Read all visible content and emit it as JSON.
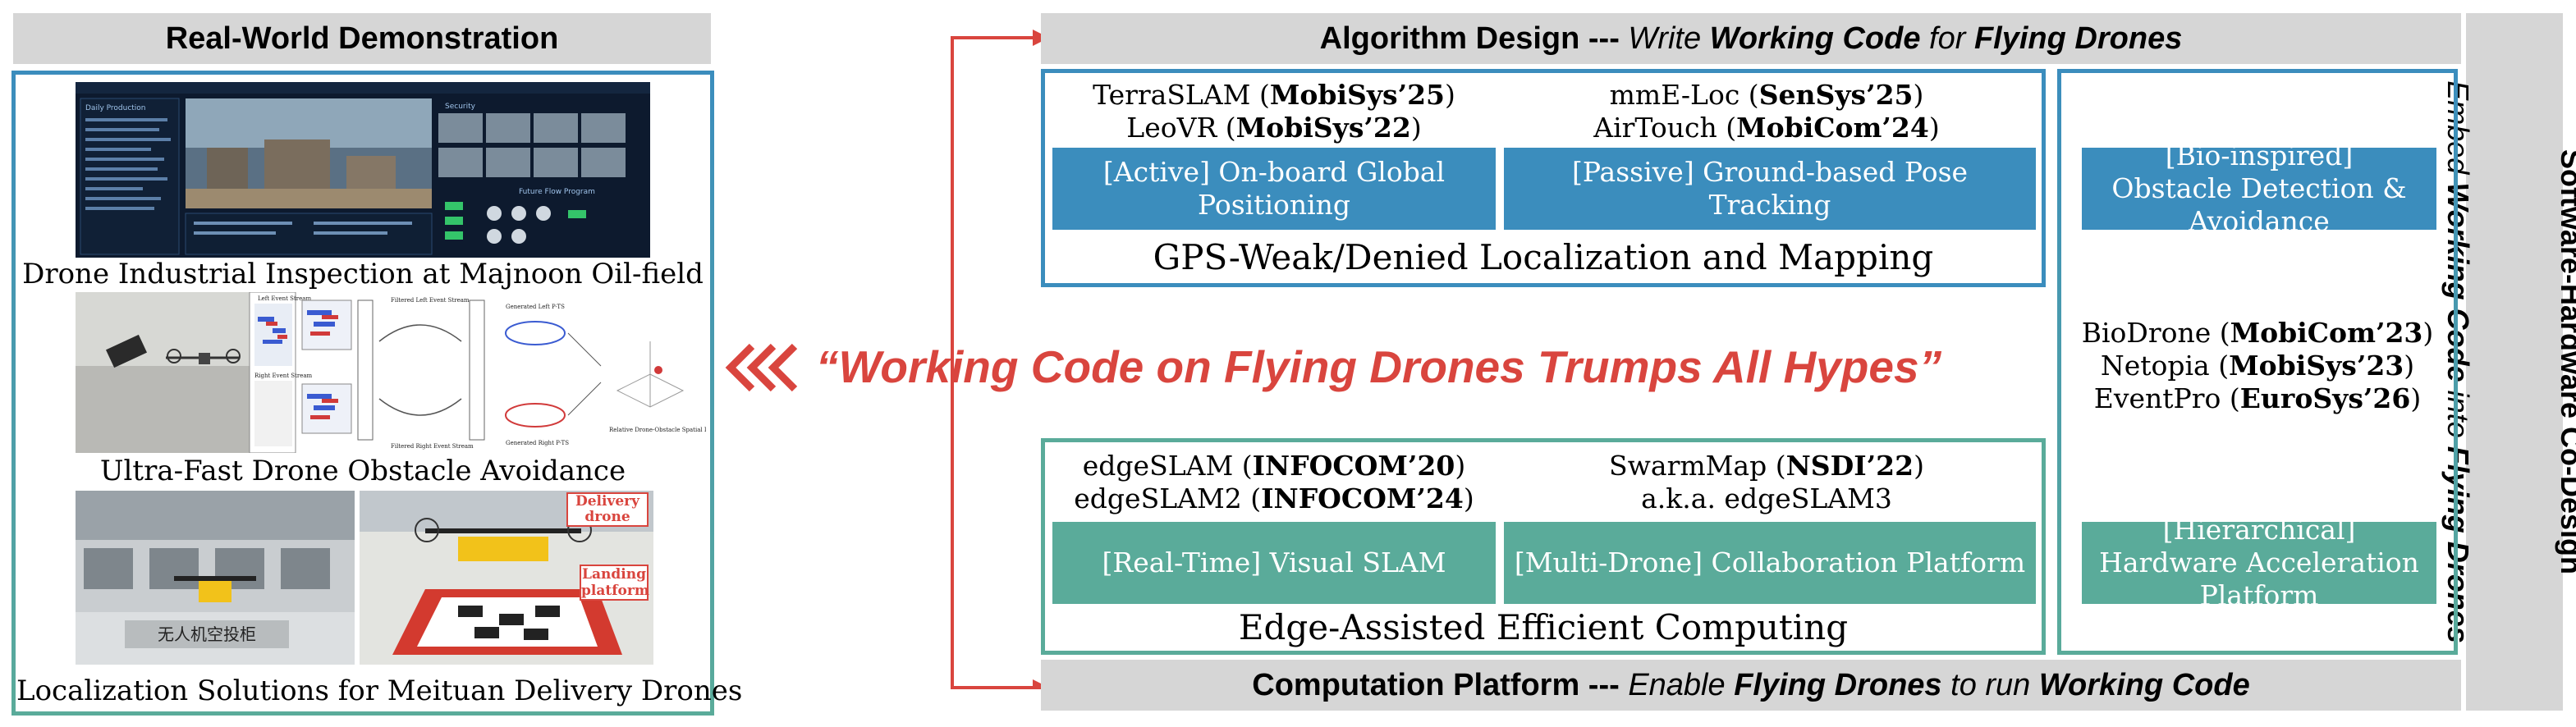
{
  "left_header": "Real-World Demonstration",
  "demos": [
    {
      "caption": "Drone Industrial Inspection at Majnoon Oil-field"
    },
    {
      "caption": "Ultra-Fast Drone Obstacle Avoidance"
    },
    {
      "caption": "Localization Solutions for Meituan Delivery Drones"
    }
  ],
  "delivery_label": "Delivery drone",
  "landing_label": "Landing platform",
  "sign_text": "无人机空投柜",
  "dashboard_panels": [
    "Daily Production",
    "Security",
    "Future Flow Program"
  ],
  "event_panel_labels": [
    "Left Event Stream",
    "Right Event Stream",
    "Filtered Left Event Stream",
    "Filtered Right Event Stream",
    "Generated Left P-TS",
    "Generated Right P-TS",
    "Relative Drone-Obstacle Spatial Location"
  ],
  "slogan": "“Working Code on Flying Drones Trumps All Hypes”",
  "top_header": {
    "a": "Algorithm Design --- ",
    "b": "Write ",
    "c": "Working Code",
    "d": " for ",
    "e": "Flying Drones"
  },
  "bottom_header": {
    "a": "Computation Platform --- ",
    "b": "Enable ",
    "c": "Flying Drones",
    "d": " to run ",
    "e": "Working Code"
  },
  "right_vertical": {
    "line1": "Software-Hardware Co-Design",
    "l2a": "Embed ",
    "l2b": "Working Code",
    "l2c": " into ",
    "l2d": "Flying Drones"
  },
  "localization": {
    "pubs_left": [
      {
        "name": "TerraSLAM (",
        "venue": "MobiSys’25",
        "end": ")"
      },
      {
        "name": "LeoVR (",
        "venue": "MobiSys’22",
        "end": ")"
      }
    ],
    "pubs_right": [
      {
        "name": "mmE-Loc (",
        "venue": "SenSys’25",
        "end": ")"
      },
      {
        "name": "AirTouch (",
        "venue": "MobiCom’24",
        "end": ")"
      }
    ],
    "box_left": "[Active] On-board Global Positioning",
    "box_right": "[Passive] Ground-based Pose Tracking",
    "title": "GPS-Weak/Denied Localization and Mapping"
  },
  "edge": {
    "pubs_left": [
      {
        "name": "edgeSLAM (",
        "venue": "INFOCOM’20",
        "end": ")"
      },
      {
        "name": "edgeSLAM2 (",
        "venue": "INFOCOM’24",
        "end": ")"
      }
    ],
    "pubs_right": [
      {
        "name": "SwarmMap (",
        "venue": "NSDI’22",
        "end": ")"
      },
      {
        "name": "a.k.a. edgeSLAM3",
        "venue": "",
        "end": ""
      }
    ],
    "box_left": "[Real-Time] Visual SLAM",
    "box_right": "[Multi-Drone] Collaboration Platform",
    "title": "Edge-Assisted Efficient Computing"
  },
  "codesign": {
    "box_top": "[Bio-inspired] Obstacle Detection & Avoidance",
    "pubs": [
      {
        "name": "BioDrone (",
        "venue": "MobiCom’23",
        "end": ")"
      },
      {
        "name": "Netopia (",
        "venue": "MobiSys’23",
        "end": ")"
      },
      {
        "name": "EventPro (",
        "venue": "EuroSys’26",
        "end": ")"
      }
    ],
    "box_bottom": "[Hierarchical] Hardware Acceleration Platform"
  },
  "colors": {
    "blue": "#3b8dbd",
    "teal": "#5aab9a",
    "red": "#d9453e",
    "gray": "#d6d6d6"
  }
}
